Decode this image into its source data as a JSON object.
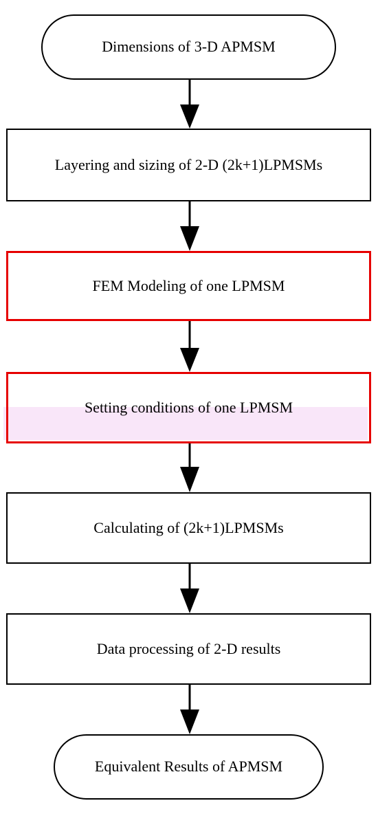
{
  "flowchart": {
    "steps": [
      {
        "id": "start",
        "shape": "terminal",
        "label": "Dimensions of 3-D APMSM",
        "border_color": "#000000"
      },
      {
        "id": "step1",
        "shape": "process",
        "label": "Layering and sizing of 2-D (2k+1)LPMSMs",
        "border_color": "#000000"
      },
      {
        "id": "step2",
        "shape": "process",
        "label": "FEM Modeling of one LPMSM",
        "border_color": "#e60000"
      },
      {
        "id": "step3",
        "shape": "process",
        "label": "Setting conditions of one LPMSM",
        "border_color": "#e60000"
      },
      {
        "id": "step4",
        "shape": "process",
        "label": "Calculating of (2k+1)LPMSMs",
        "border_color": "#000000"
      },
      {
        "id": "step5",
        "shape": "process",
        "label": "Data processing of 2-D results",
        "border_color": "#000000"
      },
      {
        "id": "end",
        "shape": "terminal",
        "label": "Equivalent Results of APMSM",
        "border_color": "#000000"
      }
    ],
    "edges": [
      {
        "from": "start",
        "to": "step1"
      },
      {
        "from": "step1",
        "to": "step2"
      },
      {
        "from": "step2",
        "to": "step3"
      },
      {
        "from": "step3",
        "to": "step4"
      },
      {
        "from": "step4",
        "to": "step5"
      },
      {
        "from": "step5",
        "to": "end"
      }
    ]
  }
}
